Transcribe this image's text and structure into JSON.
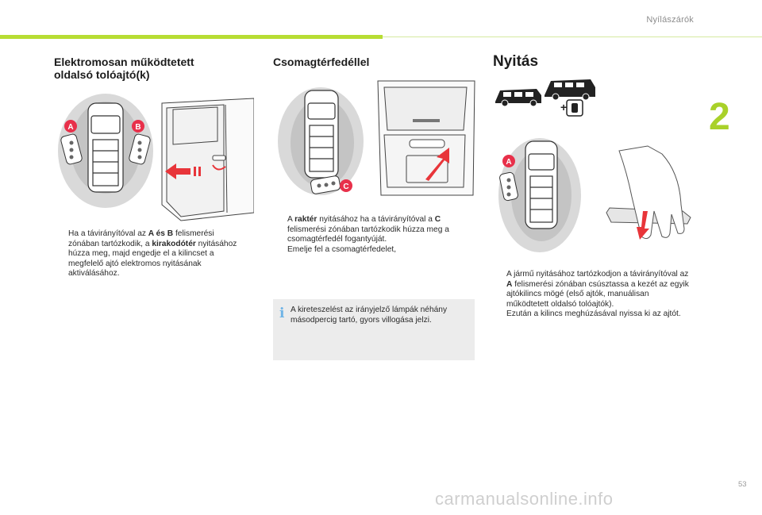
{
  "header": {
    "section": "Nyílászárók",
    "chapter": "2"
  },
  "col1": {
    "title": "Elektromosan működtetett oldalsó tolóajtó(k)",
    "para": {
      "bullet": "",
      "t1": "Ha a távirányítóval az ",
      "b1": "A és B",
      "t2": " felismerési zónában tartózkodik, a ",
      "b2": "kirakodótér",
      "t3": " nyitásához húzza meg, majd engedje el a kilincset a megfelelő ajtó elektromos nyitásának aktiválásához."
    },
    "labels": {
      "a": "A",
      "b": "B"
    }
  },
  "col2": {
    "title": "Csomagtérfedéllel",
    "para1": {
      "bullet": "",
      "t1": "A ",
      "b1": "raktér",
      "t2": " nyitásához ha a távirányítóval a ",
      "b2": "C",
      "t3": " felismerési zónában tartózkodik húzza meg a csomagtérfedél fogantyúját."
    },
    "para2": {
      "bullet": "",
      "text": "Emelje fel a csomagtérfedelet,"
    },
    "note": {
      "icon": "i",
      "text": "A kireteszelést az irányjelző lámpák néhány másodpercig tartó, gyors villogása jelzi."
    },
    "labels": {
      "c": "C"
    }
  },
  "col3": {
    "title": "Nyitás",
    "para1": {
      "bullet": "",
      "t1": "A jármű nyitásához tartózkodjon a távirányítóval az ",
      "b1": "A",
      "t2": " felismerési zónában csúsztassa a kezét az egyik ajtókilincs mögé (első ajtók, manuálisan működtetett oldalsó tolóajtók)."
    },
    "para2": {
      "bullet": "",
      "text": "Ezután a kilincs meghúzásával nyissa ki az ajtót."
    },
    "labels": {
      "a": "A",
      "plus": "+"
    }
  },
  "footer": {
    "page": "53",
    "watermark": "carmanualsonline.info"
  },
  "colors": {
    "accent": "#b7dd33",
    "chapter": "#a9d129",
    "marker": "#e8304a",
    "arrow": "#e8353a",
    "zone_outer": "#d7d7d7",
    "zone_inner": "#c4c4c4",
    "info": "#6fb4e6"
  }
}
